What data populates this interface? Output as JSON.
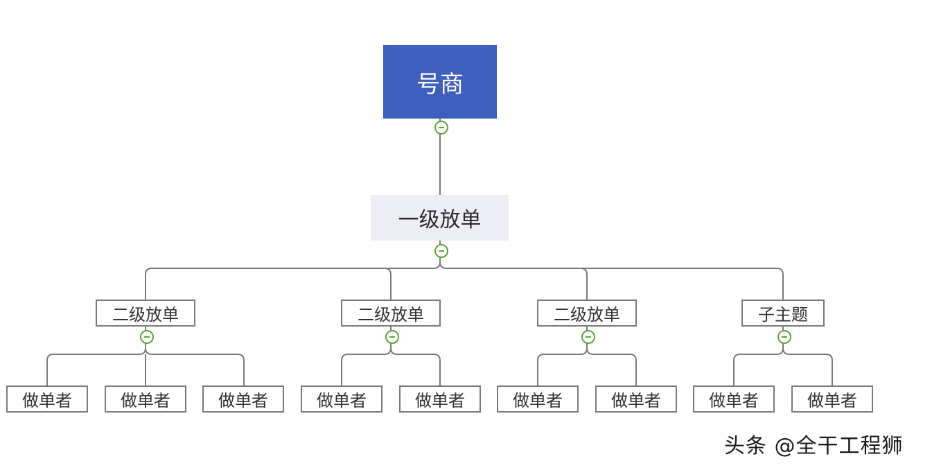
{
  "diagram": {
    "root": {
      "label": "号商"
    },
    "level1": {
      "label": "一级放单"
    },
    "level2": [
      {
        "label": "二级放单",
        "children": [
          "做单者",
          "做单者",
          "做单者"
        ]
      },
      {
        "label": "二级放单",
        "children": [
          "做单者",
          "做单者"
        ]
      },
      {
        "label": "二级放单",
        "children": [
          "做单者",
          "做单者"
        ]
      },
      {
        "label": "子主题",
        "children": [
          "做单者",
          "做单者"
        ]
      }
    ],
    "colors": {
      "root_fill": "#3f5fbf",
      "level1_fill": "#ededf6",
      "border": "#7a7a7a",
      "connector": "#7a7a7a",
      "collapse_toggle": "#5aa637"
    },
    "toggle_icon": "collapse-minus-icon"
  },
  "watermark": {
    "text": "头条 @全干工程狮"
  }
}
